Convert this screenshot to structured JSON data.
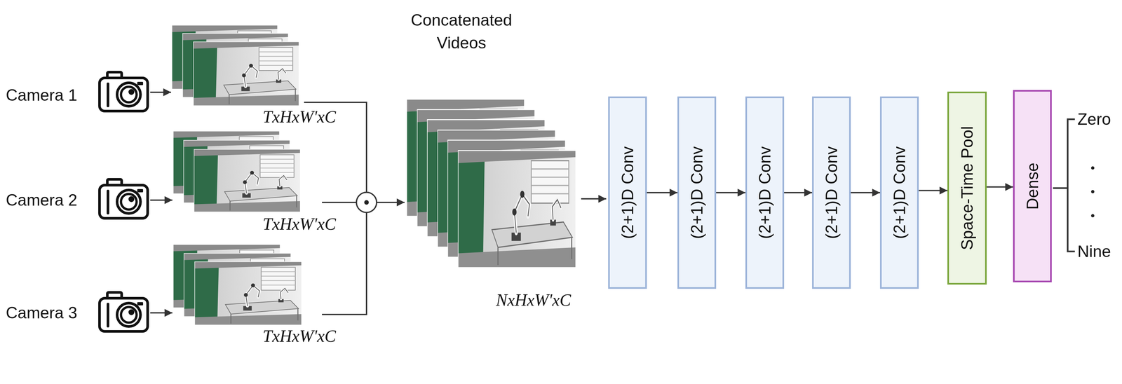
{
  "diagram": {
    "nodes": [
      {
        "text": [
          "(2+1)D Conv"
        ]
      },
      {
        "text": [
          "(2+1)D Conv"
        ]
      },
      {
        "text": [
          "(2+1)D Conv"
        ]
      },
      {
        "text": [
          "(2+1)D Conv"
        ]
      },
      {
        "text": [
          "(2+1)D Conv"
        ]
      },
      {
        "text": [
          "Space-Time Pool"
        ]
      },
      {
        "text": [
          "Dense"
        ]
      }
    ],
    "edges": [
      {
        "from": 0,
        "to": 1,
        "arrow": "to"
      },
      {
        "from": 1,
        "to": 2,
        "arrow": "to"
      },
      {
        "from": 2,
        "to": 3,
        "arrow": "to"
      },
      {
        "from": 3,
        "to": 4,
        "arrow": "to"
      },
      {
        "from": 4,
        "to": 5,
        "arrow": "to"
      },
      {
        "from": 5,
        "to": 6,
        "arrow": "to"
      }
    ],
    "labels": [
      "Concatenated Videos",
      "Camera 1",
      "Camera 2",
      "Camera 3",
      "TxHxW'xC",
      "TxHxW'xC",
      "TxHxW'xC",
      "NxHxW'xC",
      "Zero",
      "Nine"
    ]
  }
}
